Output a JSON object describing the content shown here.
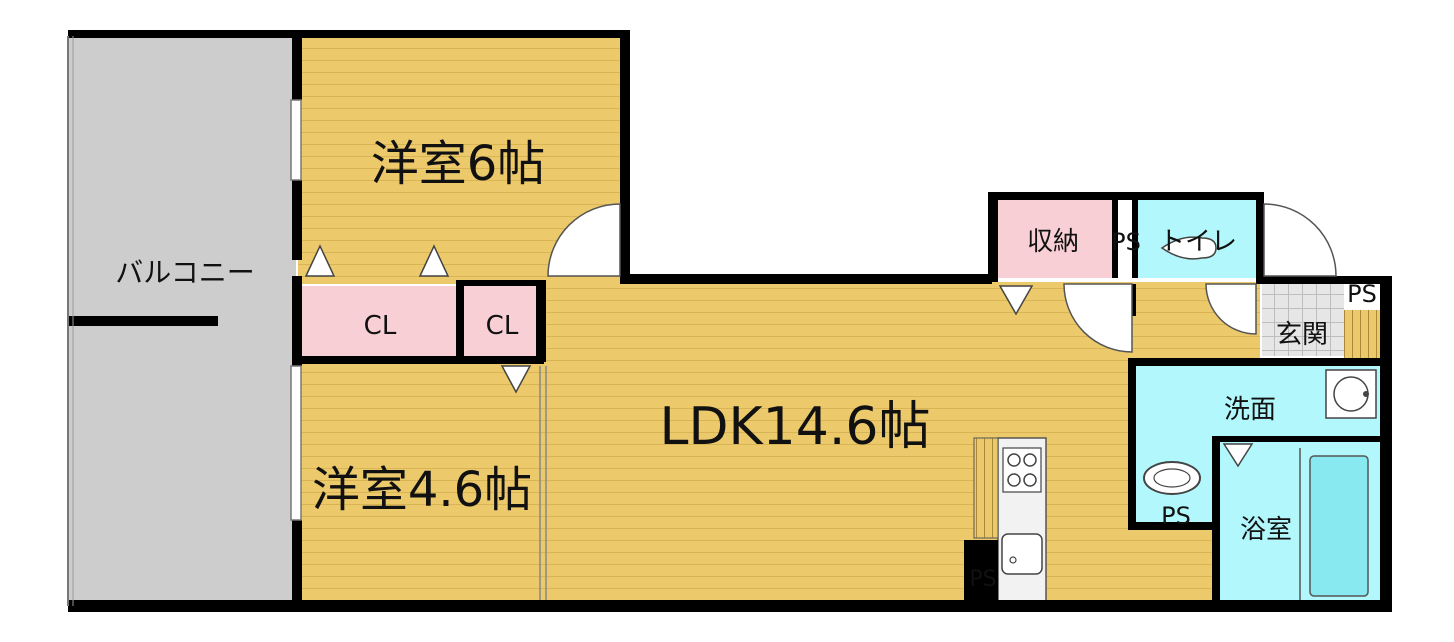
{
  "rooms": {
    "balcony": "バルコニー",
    "western_room_large": "洋室6帖",
    "western_room_small": "洋室4.6帖",
    "closet_1": "CL",
    "closet_2": "CL",
    "ldk": "LDK14.6帖",
    "storage": "収納",
    "toilet": "トイレ",
    "entrance": "玄関",
    "washroom": "洗面",
    "bathroom": "浴室"
  },
  "pipe_spaces": {
    "ps_toilet": "PS",
    "ps_entrance": "PS",
    "ps_washroom": "PS",
    "ps_kitchen": "PS"
  },
  "colors": {
    "floor_wood": "#ecca6c",
    "balcony": "#cdcdcd",
    "closet": "#f8cfd4",
    "wet_area": "#b2f7fb",
    "wall": "#000000"
  }
}
